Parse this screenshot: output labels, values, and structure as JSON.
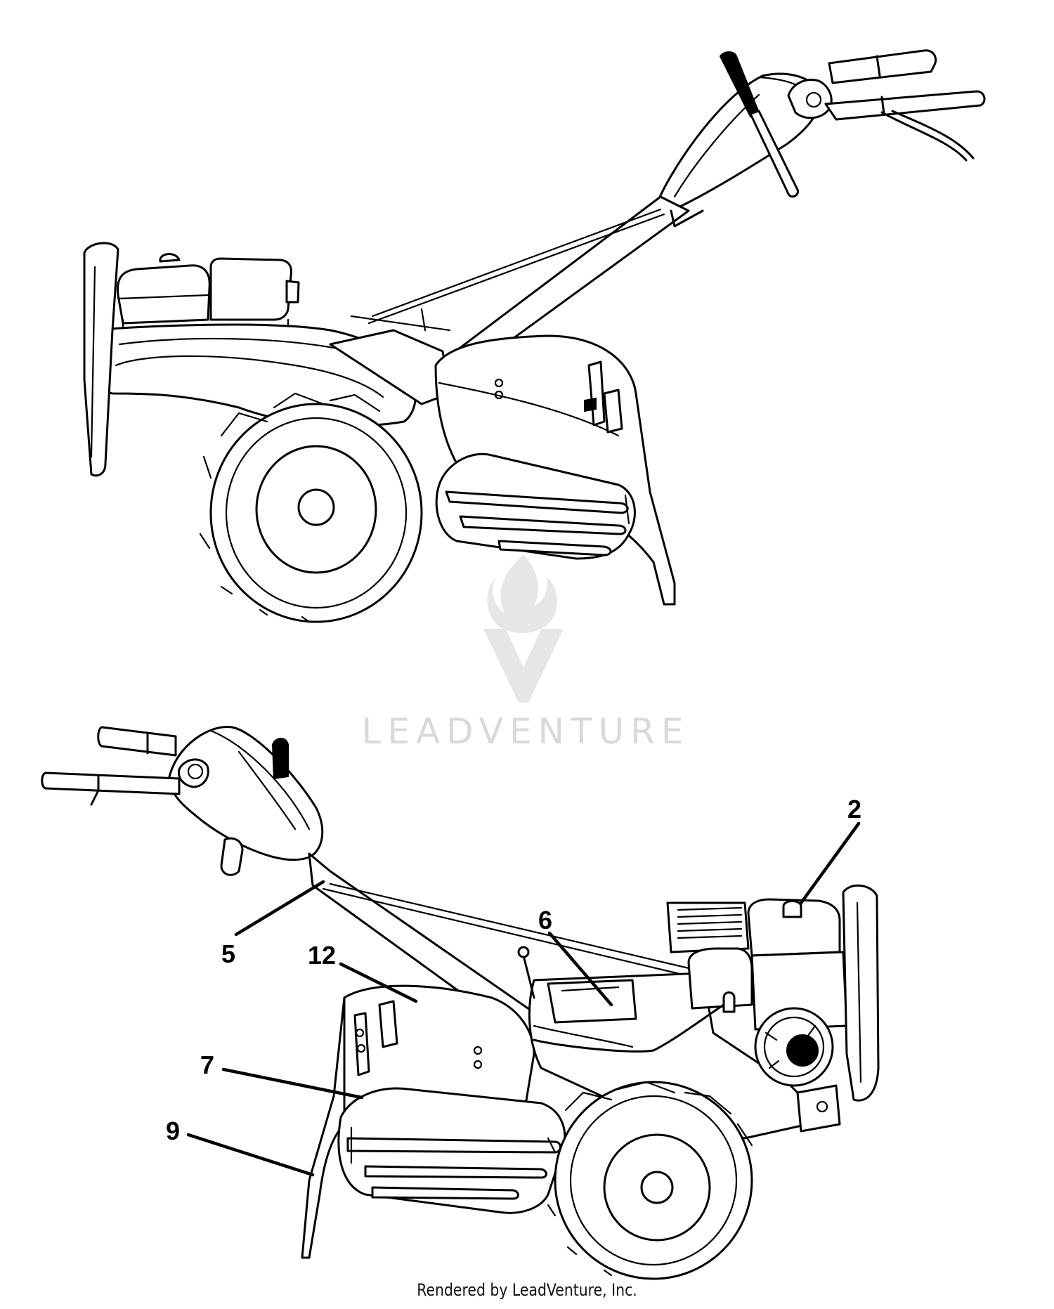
{
  "watermark": {
    "text": "LEADVENTURE"
  },
  "callouts": [
    {
      "id": "2",
      "label": "2"
    },
    {
      "id": "5",
      "label": "5"
    },
    {
      "id": "6",
      "label": "6"
    },
    {
      "id": "12",
      "label": "12"
    },
    {
      "id": "7",
      "label": "7"
    },
    {
      "id": "9",
      "label": "9"
    }
  ],
  "footer": {
    "credit": "Rendered by LeadVenture, Inc."
  }
}
